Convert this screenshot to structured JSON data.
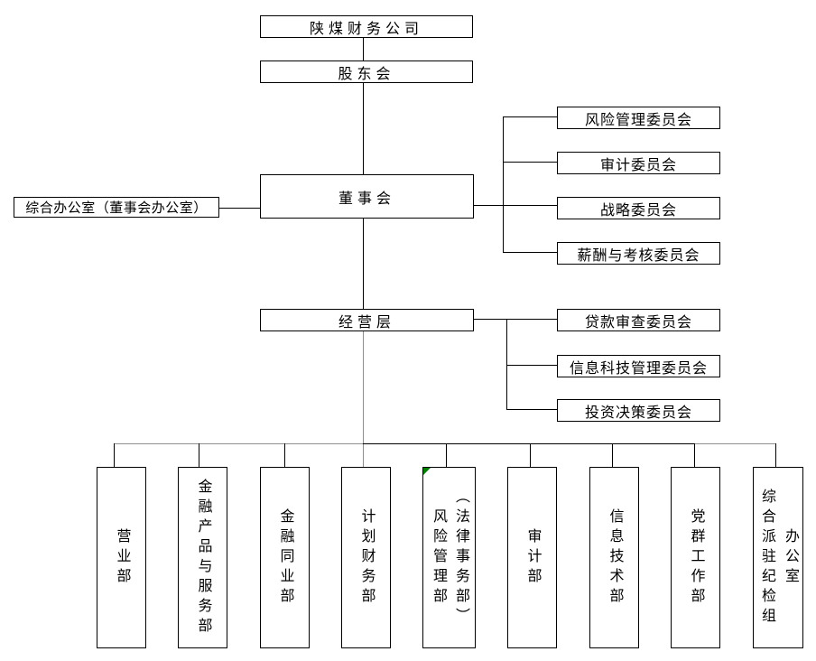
{
  "org": {
    "company": "陕煤财务公司",
    "shareholders": "股东会",
    "board": "董事会",
    "board_office": "综合办公室（董事会办公室）",
    "management": "经营层",
    "board_committees": [
      {
        "label": "风险管理委员会"
      },
      {
        "label": "审计委员会"
      },
      {
        "label": "战略委员会"
      },
      {
        "label": "薪酬与考核委员会"
      }
    ],
    "management_committees": [
      {
        "label": "贷款审查委员会"
      },
      {
        "label": "信息科技管理委员会"
      },
      {
        "label": "投资决策委员会"
      }
    ],
    "departments": [
      {
        "columns": [
          "营业部"
        ]
      },
      {
        "columns": [
          "金融产品与服务部"
        ]
      },
      {
        "columns": [
          "金融同业部"
        ]
      },
      {
        "columns": [
          "计划财务部"
        ]
      },
      {
        "columns": [
          "风险管理部",
          "（法律事务部）"
        ]
      },
      {
        "columns": [
          "审计部"
        ]
      },
      {
        "columns": [
          "信息技术部"
        ]
      },
      {
        "columns": [
          "党群工作部"
        ]
      },
      {
        "columns": [
          "综合派驻纪检组",
          "办公室"
        ]
      }
    ],
    "colors": {
      "line_black": "#000000",
      "line_gray": "#8f8f8f",
      "corner_marker_green": "#008000",
      "box_border": "#000000",
      "background": "#ffffff"
    }
  }
}
